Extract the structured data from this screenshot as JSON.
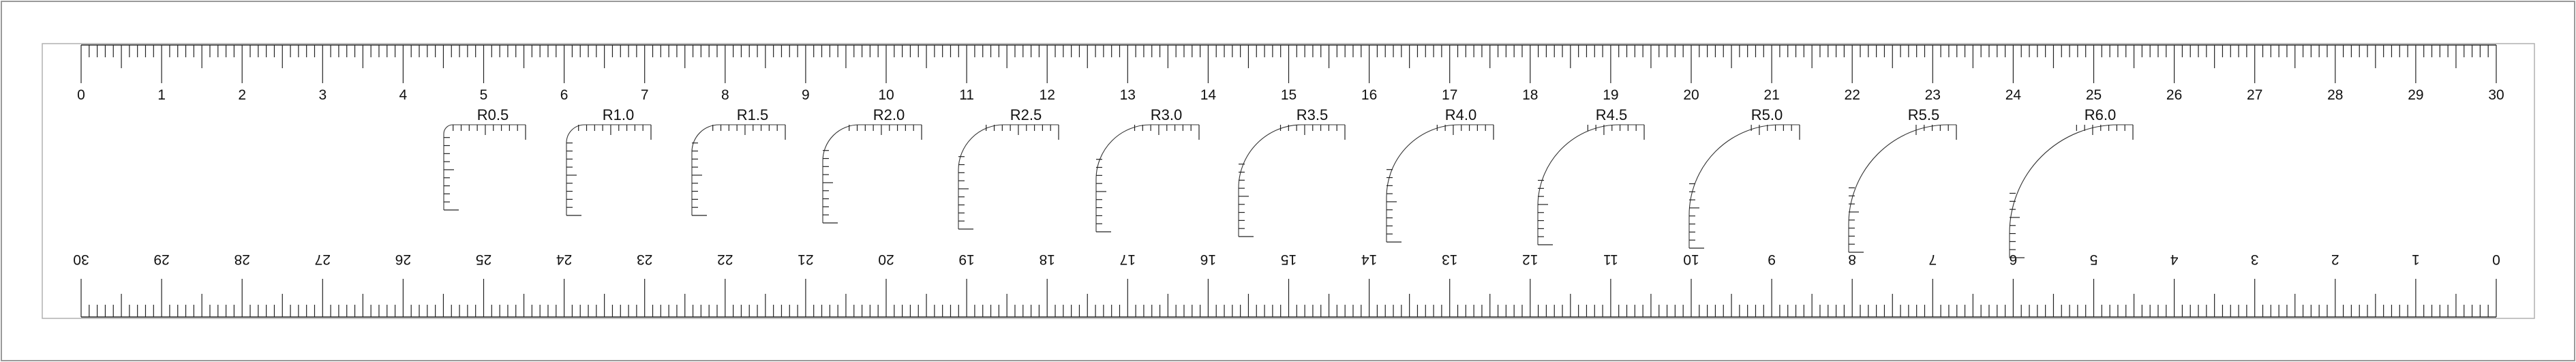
{
  "top_scale": {
    "labels": [
      "0",
      "1",
      "2",
      "3",
      "4",
      "5",
      "6",
      "7",
      "8",
      "9",
      "10",
      "11",
      "12",
      "13",
      "14",
      "15",
      "16",
      "17",
      "18",
      "19",
      "20",
      "21",
      "22",
      "23",
      "24",
      "25",
      "26",
      "27",
      "28",
      "29",
      "30"
    ]
  },
  "bottom_scale": {
    "labels": [
      "0",
      "1",
      "2",
      "3",
      "4",
      "5",
      "6",
      "7",
      "8",
      "9",
      "10",
      "11",
      "12",
      "13",
      "14",
      "15",
      "16",
      "17",
      "18",
      "19",
      "20",
      "21",
      "22",
      "23",
      "24",
      "25",
      "26",
      "27",
      "28",
      "29",
      "30"
    ]
  },
  "radius_gauges": [
    {
      "label": "R0.5",
      "radius": 0.5
    },
    {
      "label": "R1.0",
      "radius": 1.0
    },
    {
      "label": "R1.5",
      "radius": 1.5
    },
    {
      "label": "R2.0",
      "radius": 2.0
    },
    {
      "label": "R2.5",
      "radius": 2.5
    },
    {
      "label": "R3.0",
      "radius": 3.0
    },
    {
      "label": "R3.5",
      "radius": 3.5
    },
    {
      "label": "R4.0",
      "radius": 4.0
    },
    {
      "label": "R4.5",
      "radius": 4.5
    },
    {
      "label": "R5.0",
      "radius": 5.0
    },
    {
      "label": "R5.5",
      "radius": 5.5
    },
    {
      "label": "R6.0",
      "radius": 6.0
    }
  ]
}
